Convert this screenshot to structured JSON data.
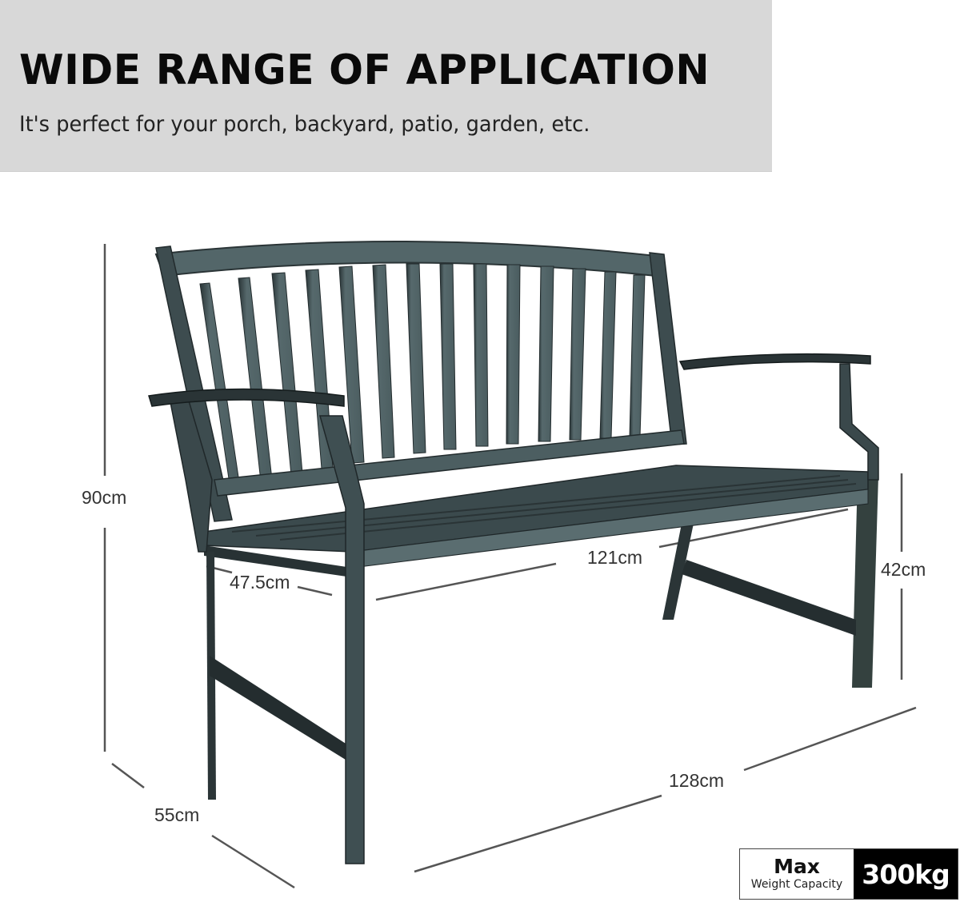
{
  "banner": {
    "title": "WIDE RANGE OF APPLICATION",
    "subtitle": "It's perfect for your porch, backyard, patio, garden, etc.",
    "background": "#d8d8d8"
  },
  "product": {
    "name": "garden-bench",
    "color": "#3f5154"
  },
  "dimensions": {
    "height": "90cm",
    "seat_depth": "47.5cm",
    "seat_width": "121cm",
    "seat_height": "42cm",
    "depth": "55cm",
    "width": "128cm"
  },
  "badge": {
    "label_top": "Max",
    "label_bottom": "Weight Capacity",
    "value": "300kg"
  }
}
